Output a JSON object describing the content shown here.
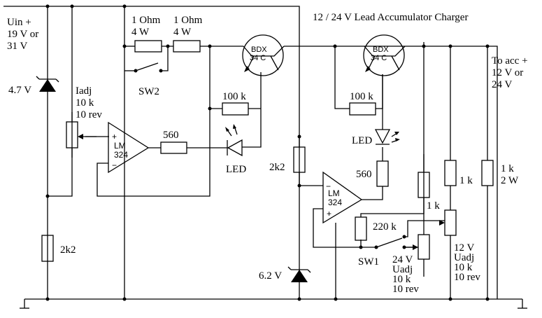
{
  "title": "12 / 24 V Lead Accumulator Charger",
  "input_label": [
    "Uin +",
    "19 V or",
    "31 V"
  ],
  "output_label": [
    "To acc +",
    "12 V or",
    "24 V"
  ],
  "zener_left": "4.7 V",
  "zener_right": "6.2 V",
  "r_shunt1": [
    "1 Ohm",
    "4 W"
  ],
  "r_shunt2": [
    "1 Ohm",
    "4 W"
  ],
  "switch_left": "SW2",
  "switch_right": "SW1",
  "pot_iadj": [
    "Iadj",
    "10 k",
    "10 rev"
  ],
  "pot_uadj12": [
    "12 V",
    "Uadj",
    "10 k",
    "10 rev"
  ],
  "pot_uadj24": [
    "24 V",
    "Uadj",
    "10 k",
    "10 rev"
  ],
  "transistor": [
    "BDX",
    "34 C"
  ],
  "opamp": [
    "LM",
    "324"
  ],
  "opamp_pins": [
    "+",
    "−"
  ],
  "r_left_fb": "100 k",
  "r_right_fb": "100 k",
  "r_led_left": "560",
  "r_led_right": "560",
  "led_left": "LED",
  "led_right": "LED",
  "r_2k2_left": "2k2",
  "r_2k2_mid": "2k2",
  "r_220k": "220 k",
  "r_1k_a": "1 k",
  "r_1k_b": "1 k",
  "r_load": [
    "1 k",
    "2 W"
  ]
}
